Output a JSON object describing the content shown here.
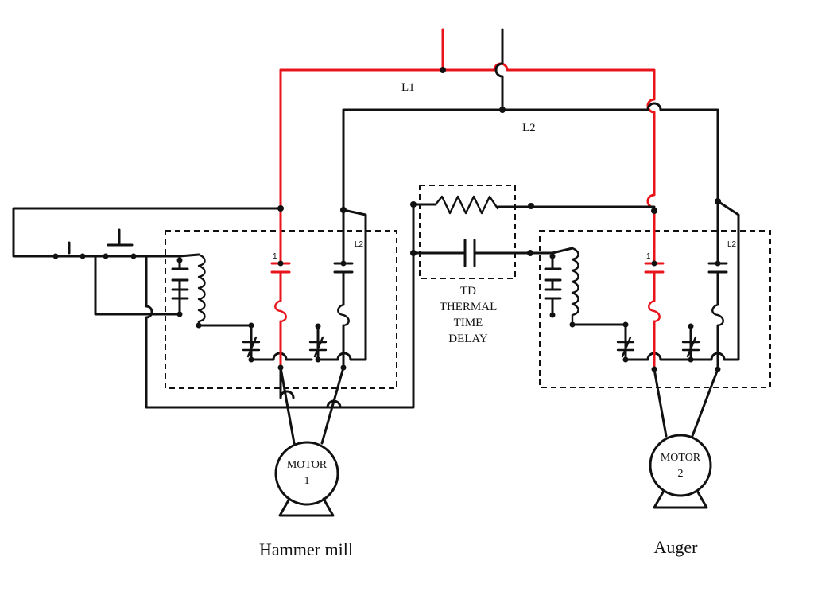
{
  "labels": {
    "l1": "L1",
    "l2": "L2",
    "contact_1_left": "1",
    "contact_l2_left": "L2",
    "contact_1_right": "1",
    "contact_l2_right": "L2"
  },
  "thermal_delay": {
    "line1": "TD",
    "line2": "THERMAL",
    "line3": "TIME",
    "line4": "DELAY"
  },
  "motor1": {
    "line1": "MOTOR",
    "line2": "1",
    "caption": "Hammer mill"
  },
  "motor2": {
    "line1": "MOTOR",
    "line2": "2",
    "caption": "Auger"
  },
  "colors": {
    "line1_wire": "#e8141c",
    "wire": "#111111",
    "background": "#ffffff"
  }
}
